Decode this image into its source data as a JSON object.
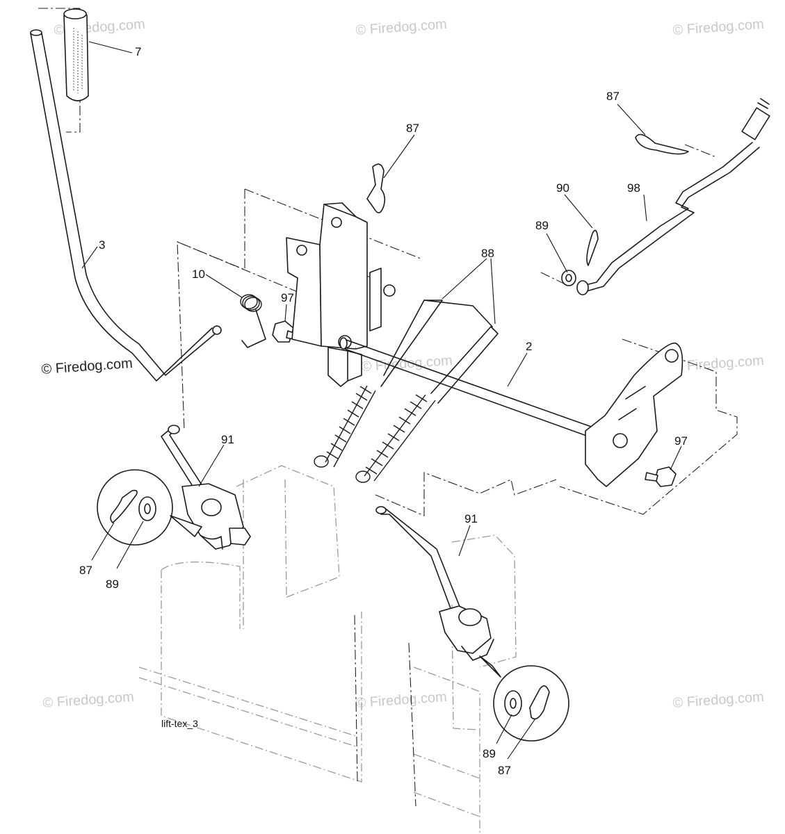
{
  "diagram": {
    "caption": "lift-tex_3",
    "watermark": "© Firedog.com",
    "watermark_color": "#c8c8c8",
    "line_color": "#1a1a1a",
    "callouts": {
      "handle_grip": "7",
      "lift_lever": "3",
      "spring_10": "10",
      "bolt_top": "97",
      "hairpin_top": "87",
      "springs": "88",
      "lift_shaft": "2",
      "hairpin_right": "87",
      "clip_90": "90",
      "washer_right": "89",
      "rod_98": "98",
      "link_left": "91",
      "bolt_right": "97",
      "link_right": "91",
      "hairpin_left_detail": "87",
      "washer_left_detail": "89",
      "washer_right_detail": "89",
      "hairpin_right_detail": "87"
    }
  }
}
